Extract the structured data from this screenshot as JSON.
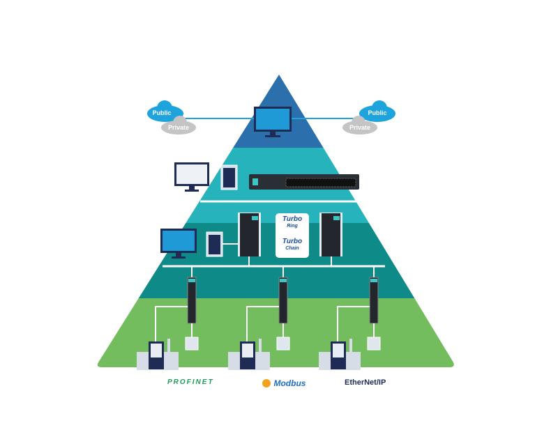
{
  "colors": {
    "layer_cloud": "#2b6fad",
    "layer_control": "#26b3bb",
    "layer_field": "#0e8a88",
    "layer_device": "#74bd5f",
    "cloud_public": "#1fa3dc",
    "cloud_private": "#c4c4c4",
    "link": "#1fa3dc"
  },
  "clouds": [
    {
      "public": "Public",
      "private": "Private"
    },
    {
      "public": "Public",
      "private": "Private"
    }
  ],
  "redundancy_badge": {
    "top": "Turbo",
    "top_sub": "Ring",
    "bottom": "Turbo",
    "bottom_sub": "Chain"
  },
  "protocols": [
    "PROFINET",
    "Modbus",
    "EtherNet/IP"
  ]
}
